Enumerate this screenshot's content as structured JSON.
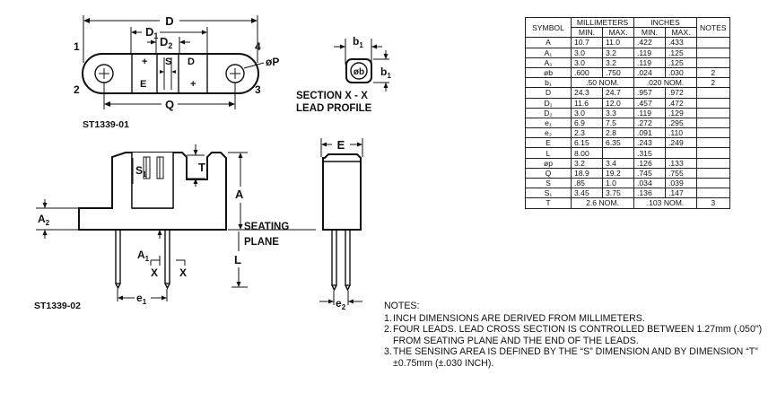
{
  "drawing": {
    "top_view": {
      "dim_D": "D",
      "dim_D1": "D",
      "dim_D1_sub": "1",
      "dim_D2": "D",
      "dim_D2_sub": "2",
      "dim_Q": "Q",
      "dim_P": "øP",
      "pin1": "1",
      "pin2": "2",
      "pin3": "3",
      "pin4": "4",
      "mark_plus_1": "+",
      "mark_E": "E",
      "mark_S": "S",
      "mark_D": "D",
      "mark_plus_2": "+",
      "ref": "ST1339-01"
    },
    "section": {
      "dim_b1_top": "b",
      "dim_b1_top_sub": "1",
      "dim_b1_side": "b",
      "dim_b1_side_sub": "1",
      "phi_b": "øb",
      "title_line1": "SECTION X - X",
      "title_line2": "LEAD PROFILE"
    },
    "side_view": {
      "dim_S1": "S",
      "dim_S1_sub": "1",
      "dim_T": "T",
      "dim_A": "A",
      "dim_A2": "A",
      "dim_A2_sub": "2",
      "dim_A1": "A",
      "dim_A1_sub": "1",
      "dim_L": "L",
      "mark_X_left": "X",
      "mark_X_right": "X",
      "dim_e1": "e",
      "dim_e1_sub": "1",
      "seating_line1": "SEATING",
      "seating_line2": "PLANE",
      "ref": "ST1339-02"
    },
    "end_view": {
      "dim_E": "E",
      "dim_e2": "e",
      "dim_e2_sub": "2"
    }
  },
  "table": {
    "header": {
      "symbol": "SYMBOL",
      "millimeters": "MILLIMETERS",
      "inches": "INCHES",
      "notes": "NOTES",
      "min": "MIN.",
      "max": "MAX."
    },
    "rows": [
      {
        "symbol": "A",
        "mm_min": "10.7",
        "mm_max": "11.0",
        "in_min": ".422",
        "in_max": ".433",
        "note": ""
      },
      {
        "symbol": "A₁",
        "mm_min": "3.0",
        "mm_max": "3.2",
        "in_min": ".119",
        "in_max": ".125",
        "note": ""
      },
      {
        "symbol": "A₂",
        "mm_min": "3.0",
        "mm_max": "3.2",
        "in_min": ".119",
        "in_max": ".125",
        "note": ""
      },
      {
        "symbol": "øb",
        "mm_min": ".600",
        "mm_max": ".750",
        "in_min": ".024",
        "in_max": ".030",
        "note": "2"
      },
      {
        "symbol": "b₁",
        "mm_nom": ".50 NOM.",
        "in_nom": ".020 NOM.",
        "note": "2"
      },
      {
        "symbol": "D",
        "mm_min": "24.3",
        "mm_max": "24.7",
        "in_min": ".957",
        "in_max": ".972",
        "note": ""
      },
      {
        "symbol": "D₁",
        "mm_min": "11.6",
        "mm_max": "12.0",
        "in_min": ".457",
        "in_max": ".472",
        "note": ""
      },
      {
        "symbol": "D₂",
        "mm_min": "3.0",
        "mm_max": "3.3",
        "in_min": ".119",
        "in_max": ".129",
        "note": ""
      },
      {
        "symbol": "e₁",
        "mm_min": "6.9",
        "mm_max": "7.5",
        "in_min": ".272",
        "in_max": ".295",
        "note": ""
      },
      {
        "symbol": "e₂",
        "mm_min": "2.3",
        "mm_max": "2.8",
        "in_min": ".091",
        "in_max": ".110",
        "note": ""
      },
      {
        "symbol": "E",
        "mm_min": "6.15",
        "mm_max": "6.35",
        "in_min": ".243",
        "in_max": ".249",
        "note": ""
      },
      {
        "symbol": "L",
        "mm_min": "8.00",
        "mm_max": "",
        "in_min": ".315",
        "in_max": "",
        "note": ""
      },
      {
        "symbol": "øp",
        "mm_min": "3.2",
        "mm_max": "3.4",
        "in_min": ".126",
        "in_max": ".133",
        "note": ""
      },
      {
        "symbol": "Q",
        "mm_min": "18.9",
        "mm_max": "19.2",
        "in_min": ".745",
        "in_max": ".755",
        "note": ""
      },
      {
        "symbol": "S",
        "mm_min": ".85",
        "mm_max": "1.0",
        "in_min": ".034",
        "in_max": ".039",
        "note": ""
      },
      {
        "symbol": "S₁",
        "mm_min": "3.45",
        "mm_max": "3.75",
        "in_min": ".136",
        "in_max": ".147",
        "note": ""
      },
      {
        "symbol": "T",
        "mm_nom": "2.6 NOM.",
        "in_nom": ".103 NOM.",
        "note": "3"
      }
    ]
  },
  "notes": {
    "heading": "NOTES:",
    "items": [
      {
        "num": "1.",
        "text": "INCH DIMENSIONS ARE DERIVED FROM MILLIMETERS."
      },
      {
        "num": "2.",
        "text": "FOUR LEADS. LEAD CROSS SECTION IS CONTROLLED BETWEEN 1.27mm (.050\") FROM SEATING PLANE AND THE END OF THE LEADS."
      },
      {
        "num": "3.",
        "text": "THE SENSING AREA IS DEFINED BY THE “S” DIMENSION AND BY DIMENSION “T” ±0.75mm (±.030 INCH)."
      }
    ]
  }
}
